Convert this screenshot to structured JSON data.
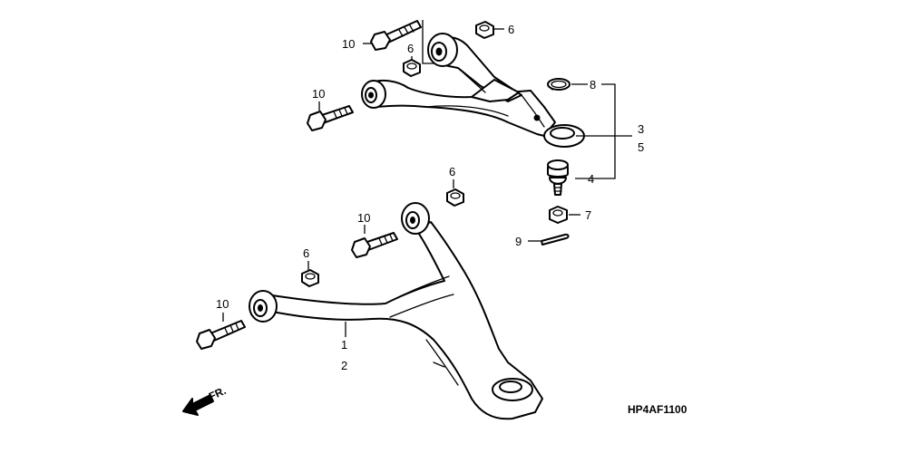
{
  "diagram": {
    "drawing_code": "HP4AF1100",
    "direction_label": "FR.",
    "callouts": {
      "c1": "1",
      "c2": "2",
      "c3": "3",
      "c4": "4",
      "c5": "5",
      "c6a": "6",
      "c6b": "6",
      "c6c": "6",
      "c6d": "6",
      "c7": "7",
      "c8": "8",
      "c9": "9",
      "c10a": "10",
      "c10b": "10",
      "c10c": "10",
      "c10d": "10"
    }
  }
}
